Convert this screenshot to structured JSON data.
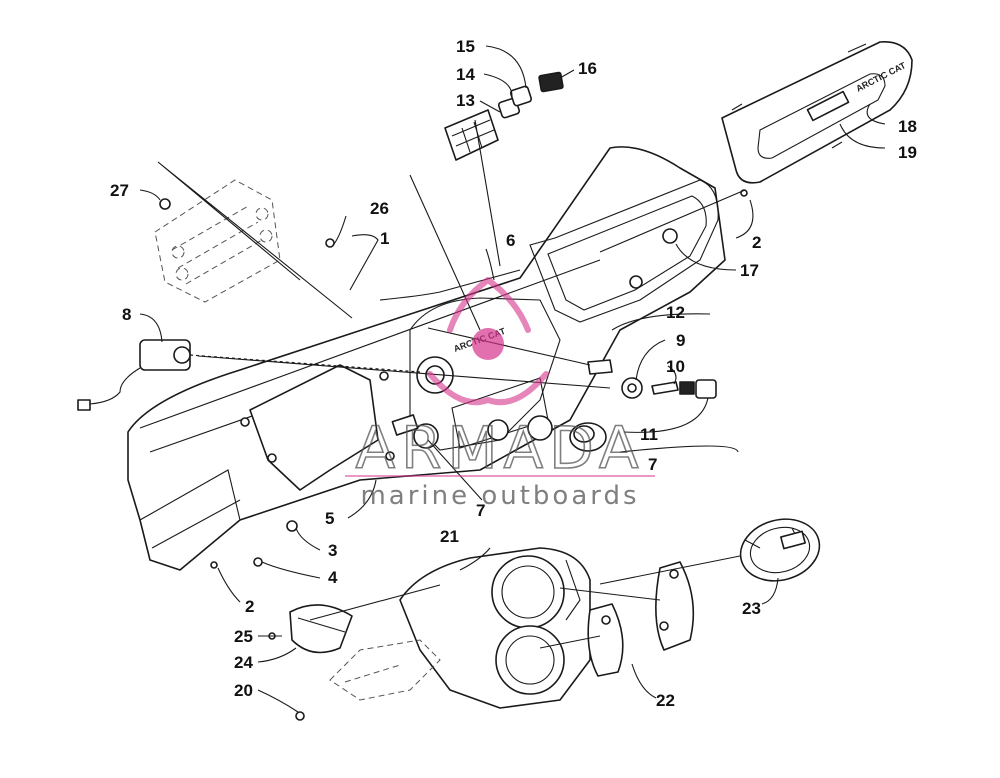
{
  "diagram": {
    "callouts": [
      {
        "id": "c1",
        "label": "1"
      },
      {
        "id": "c2a",
        "label": "2"
      },
      {
        "id": "c2b",
        "label": "2"
      },
      {
        "id": "c3",
        "label": "3"
      },
      {
        "id": "c4",
        "label": "4"
      },
      {
        "id": "c5",
        "label": "5"
      },
      {
        "id": "c6",
        "label": "6"
      },
      {
        "id": "c7a",
        "label": "7"
      },
      {
        "id": "c7b",
        "label": "7"
      },
      {
        "id": "c8",
        "label": "8"
      },
      {
        "id": "c9",
        "label": "9"
      },
      {
        "id": "c10",
        "label": "10"
      },
      {
        "id": "c11",
        "label": "11"
      },
      {
        "id": "c12",
        "label": "12"
      },
      {
        "id": "c13",
        "label": "13"
      },
      {
        "id": "c14",
        "label": "14"
      },
      {
        "id": "c15",
        "label": "15"
      },
      {
        "id": "c16",
        "label": "16"
      },
      {
        "id": "c17",
        "label": "17"
      },
      {
        "id": "c18",
        "label": "18"
      },
      {
        "id": "c19",
        "label": "19"
      },
      {
        "id": "c20",
        "label": "20"
      },
      {
        "id": "c21",
        "label": "21"
      },
      {
        "id": "c22",
        "label": "22"
      },
      {
        "id": "c23",
        "label": "23"
      },
      {
        "id": "c24",
        "label": "24"
      },
      {
        "id": "c25",
        "label": "25"
      },
      {
        "id": "c26",
        "label": "26"
      },
      {
        "id": "c27",
        "label": "27"
      }
    ],
    "dash_logo_text": "ARCTIC CAT",
    "storage_lid_logo_text": "ARCTIC CAT"
  },
  "watermark": {
    "title": "ARMADA",
    "subtitle": "marine outboards",
    "accent_color": "#d6338c"
  }
}
